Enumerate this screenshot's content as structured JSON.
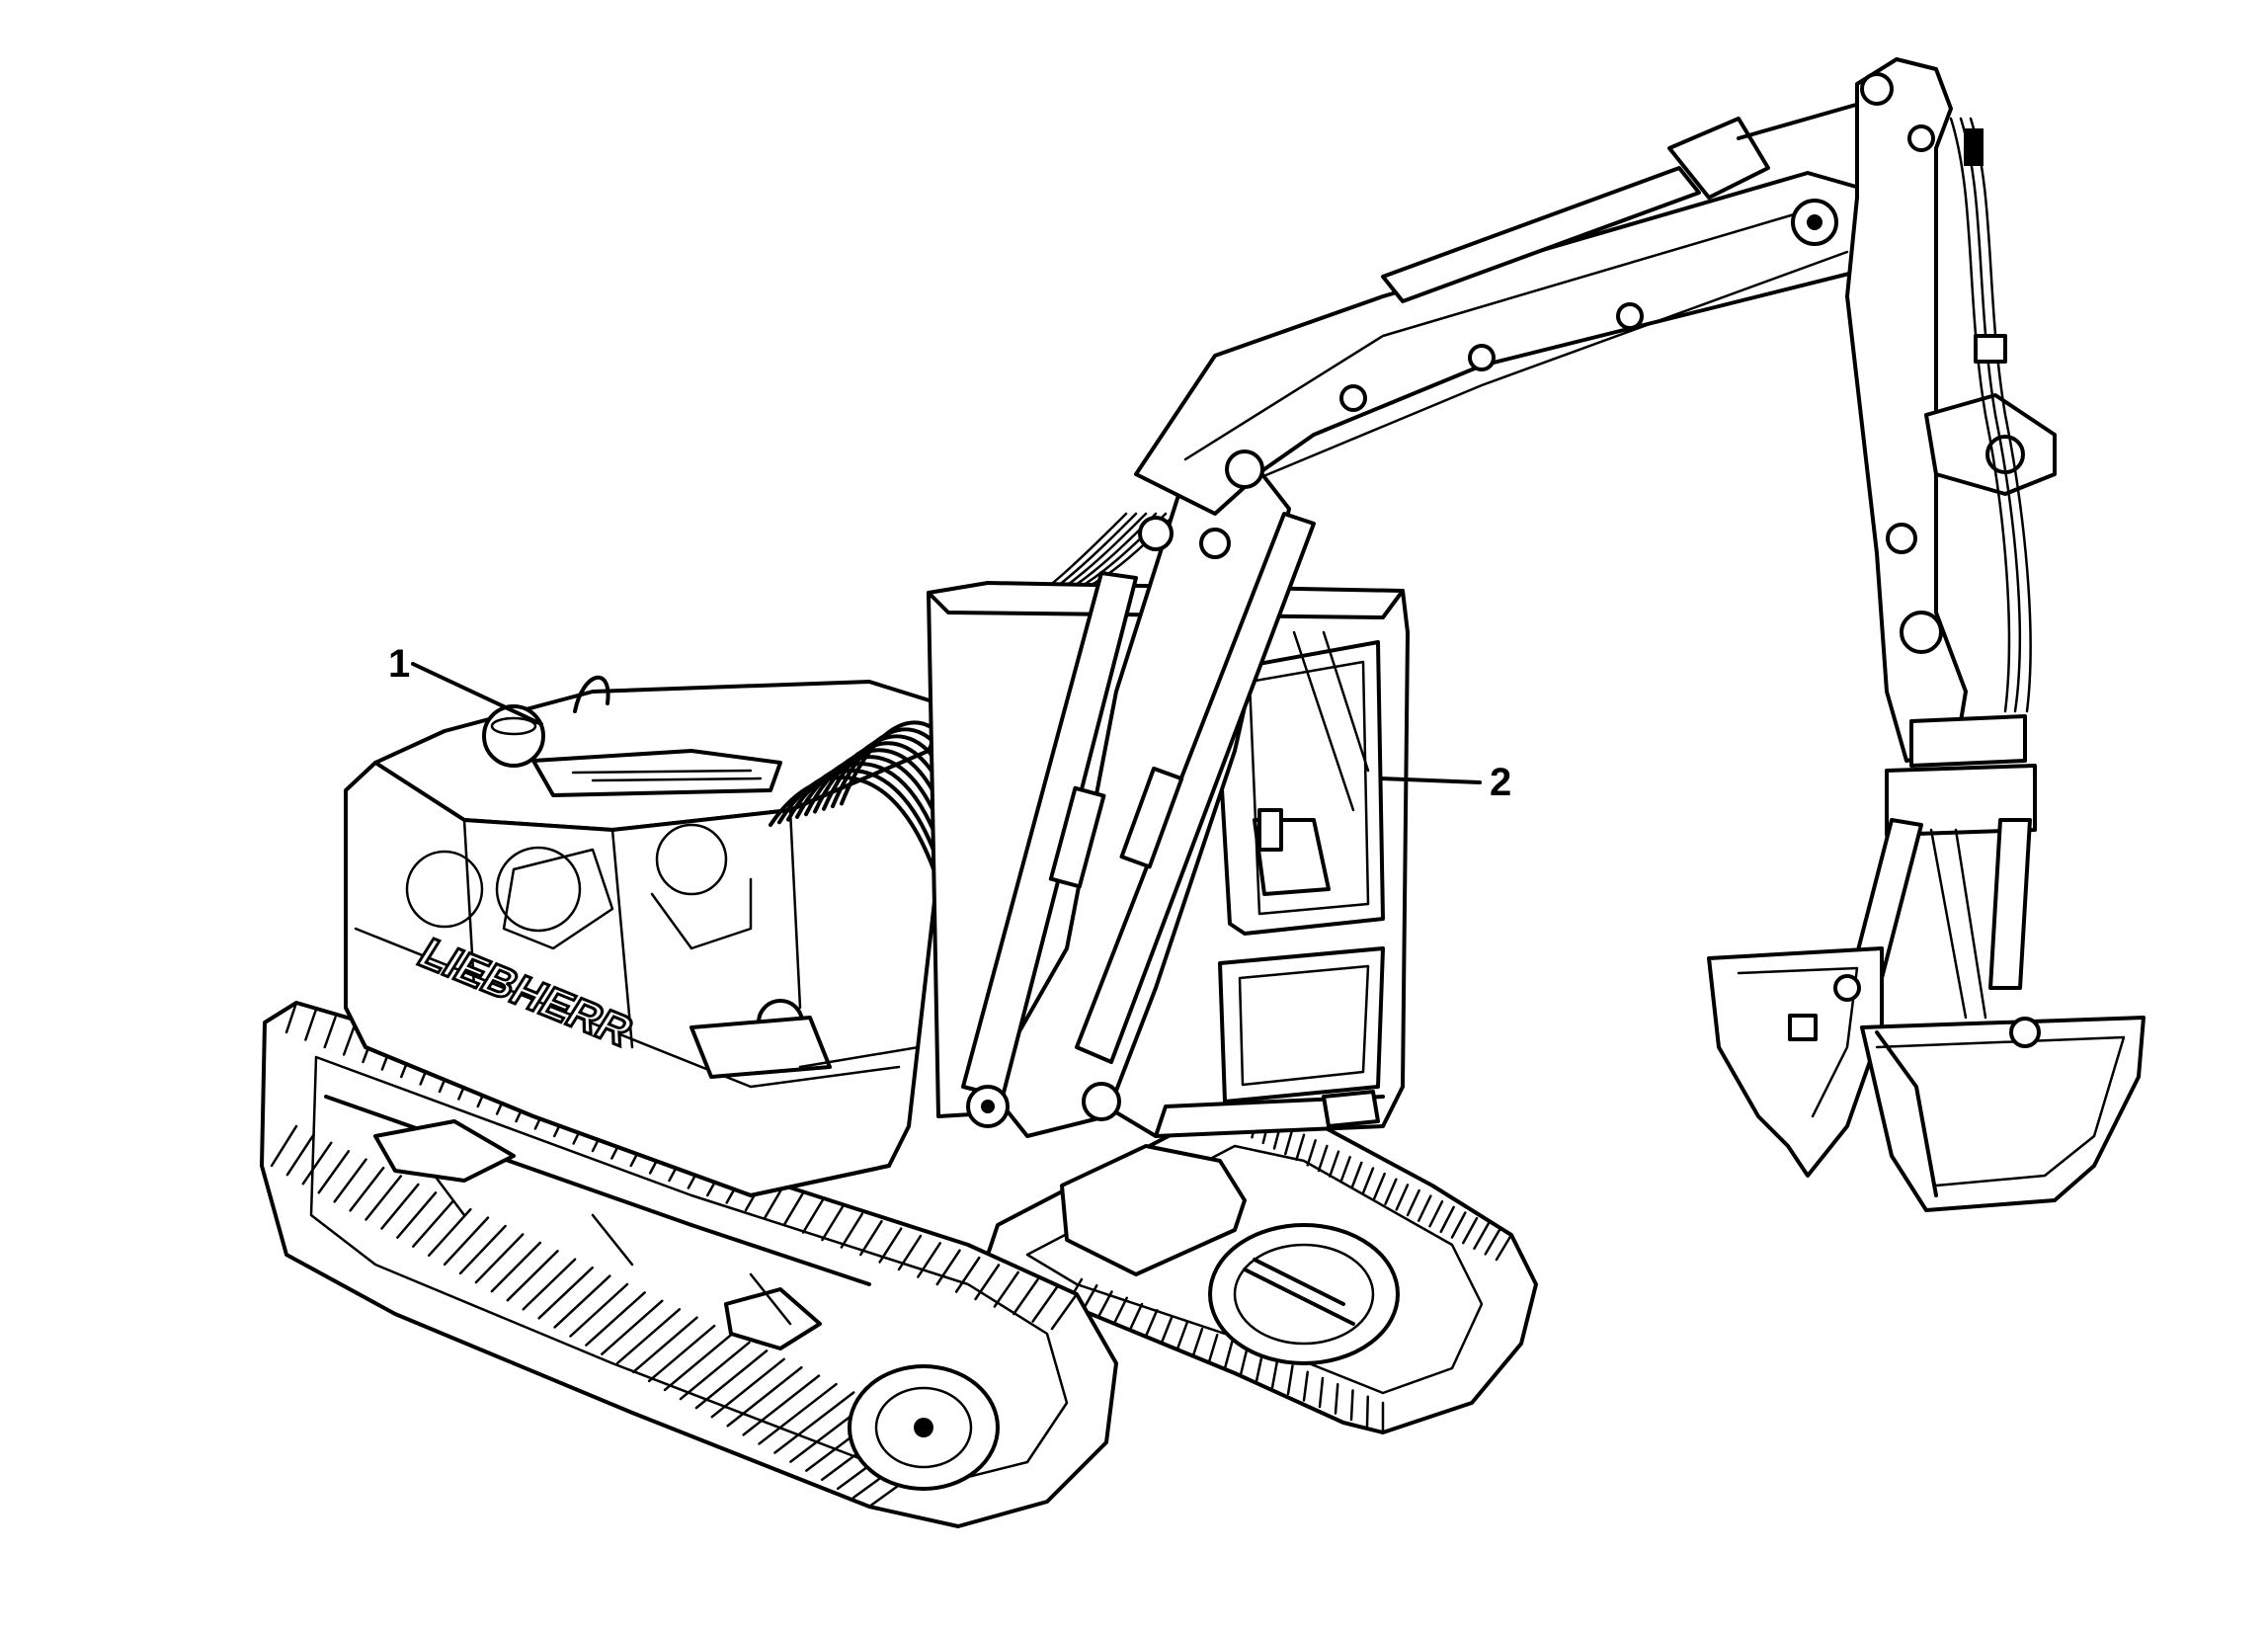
{
  "callouts": [
    {
      "label": "1"
    },
    {
      "label": "2"
    }
  ],
  "machine_brand": "LIEBHERR",
  "colors": {
    "line": "#000000",
    "paper": "#ffffff"
  }
}
